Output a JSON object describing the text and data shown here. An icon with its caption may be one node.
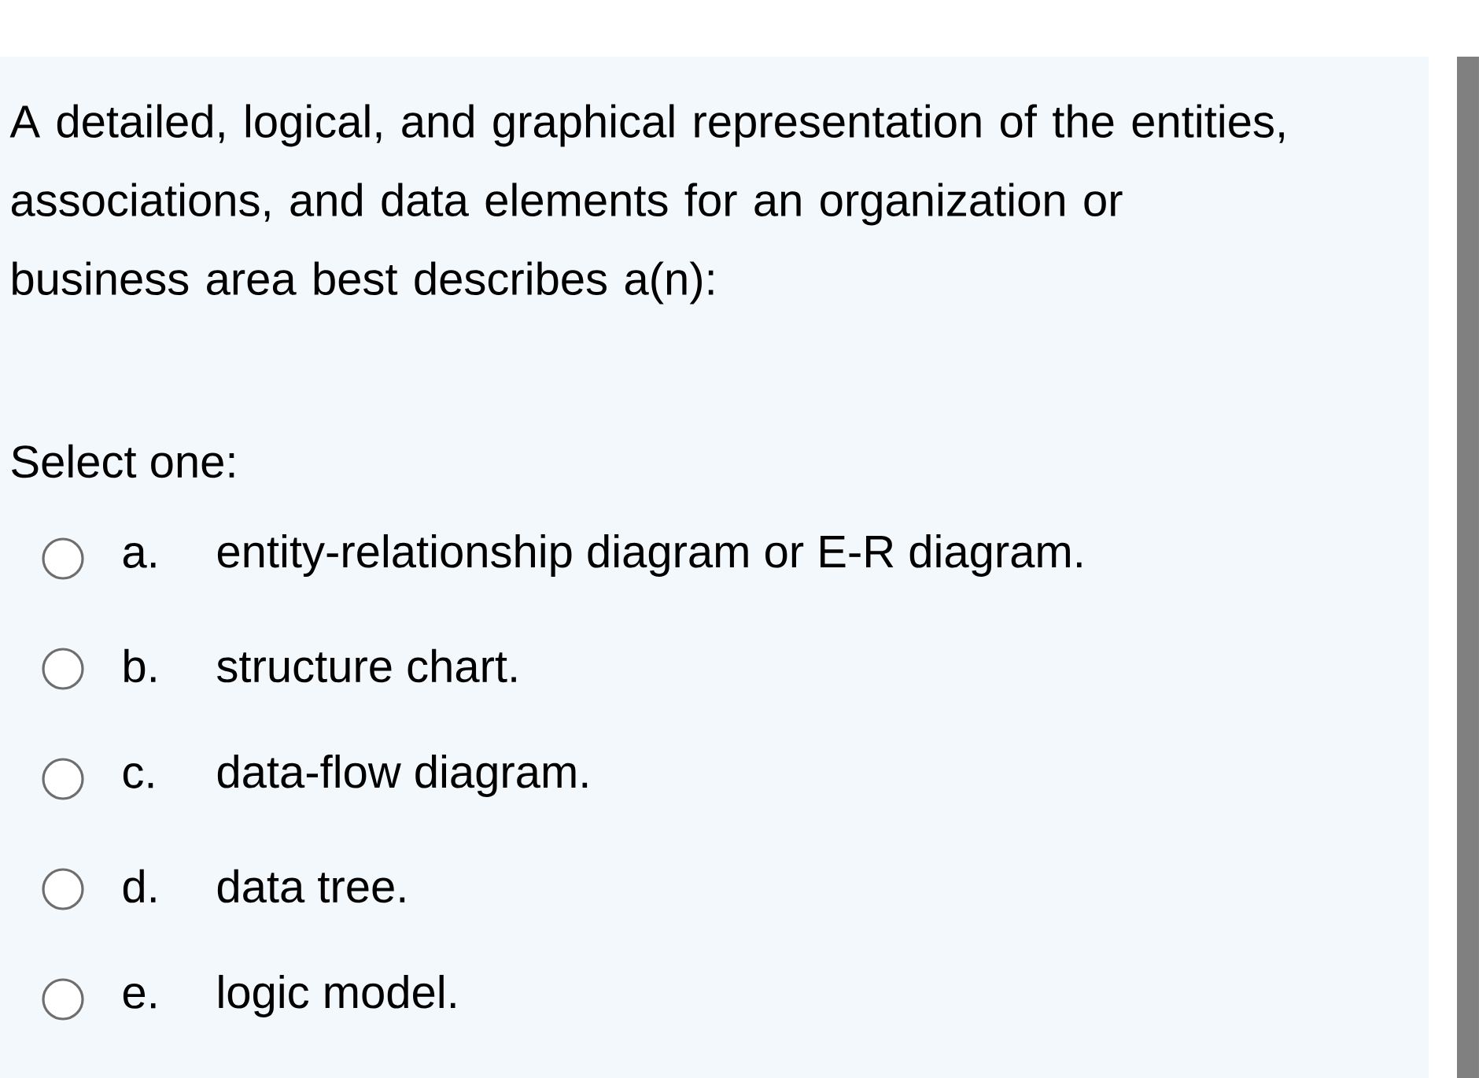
{
  "diagram": {
    "labels": [
      "A detailed, logical, and graphical representation of the entities, associations, and data elements for an organization or business area best describes a(n):",
      "Select one:",
      "a.",
      "entity-relationship diagram or E-R diagram.",
      "b.",
      "structure chart.",
      "c.",
      "data-flow diagram.",
      "d.",
      "data tree.",
      "e.",
      "logic model."
    ]
  }
}
